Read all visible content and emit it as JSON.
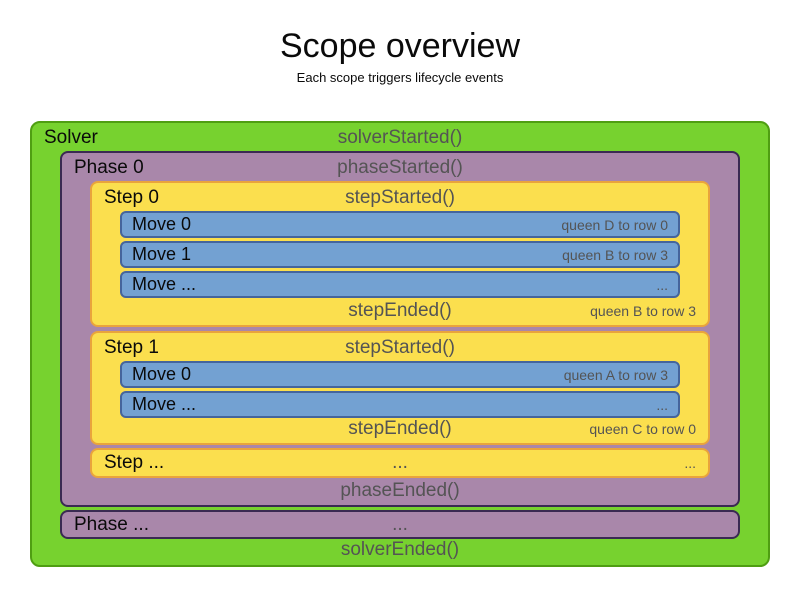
{
  "page": {
    "title": "Scope overview",
    "subtitle": "Each scope triggers lifecycle events"
  },
  "colors": {
    "solver_fill": "#77d22f",
    "solver_border": "#4f9e12",
    "phase_fill": "#a987aa",
    "phase_border": "#3a2a52",
    "step_fill": "#fbdf4e",
    "step_border": "#e9a43c",
    "move_fill": "#73a1d2",
    "move_border": "#45659c",
    "event_text": "#545454",
    "label_text": "#0a0a0a"
  },
  "solver": {
    "label": "Solver",
    "started_event": "solverStarted()",
    "ended_event": "solverEnded()",
    "phases": [
      {
        "label": "Phase 0",
        "started_event": "phaseStarted()",
        "ended_event": "phaseEnded()",
        "steps": [
          {
            "label": "Step 0",
            "started_event": "stepStarted()",
            "ended_event": "stepEnded()",
            "ended_detail": "queen B to row 3",
            "moves": [
              {
                "label": "Move 0",
                "detail": "queen D to row 0"
              },
              {
                "label": "Move 1",
                "detail": "queen B to row 3"
              },
              {
                "label": "Move ...",
                "detail": "..."
              }
            ]
          },
          {
            "label": "Step 1",
            "started_event": "stepStarted()",
            "ended_event": "stepEnded()",
            "ended_detail": "queen C to row 0",
            "moves": [
              {
                "label": "Move 0",
                "detail": "queen A to row 3"
              },
              {
                "label": "Move ...",
                "detail": "..."
              }
            ]
          }
        ],
        "more_steps": {
          "label": "Step ...",
          "center_text": "...",
          "right_text": "..."
        }
      }
    ],
    "more_phases": {
      "label": "Phase ...",
      "center_text": "..."
    }
  }
}
